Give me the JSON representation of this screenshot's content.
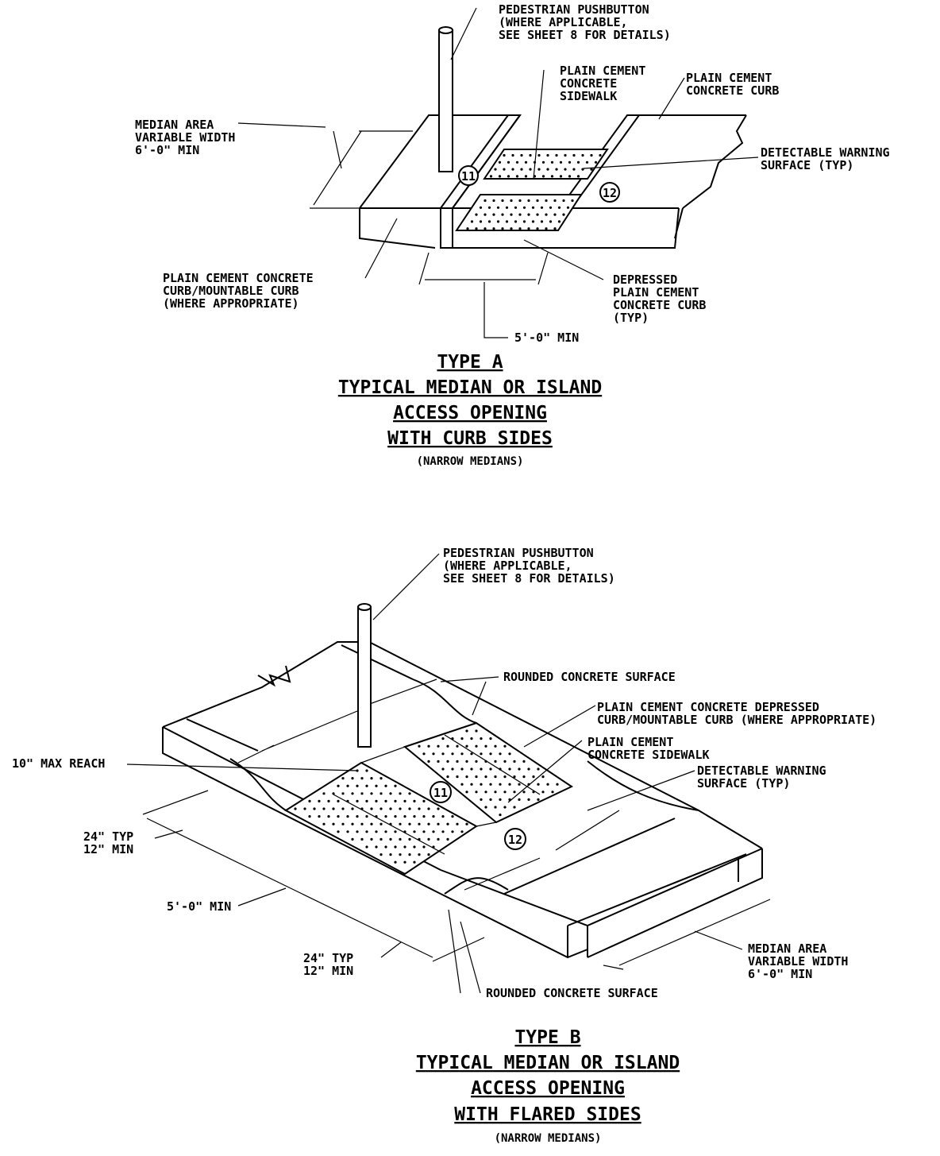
{
  "type_a": {
    "labels": {
      "pushbutton": [
        "PEDESTRIAN PUSHBUTTON",
        "(WHERE APPLICABLE,",
        "SEE SHEET 8 FOR DETAILS)"
      ],
      "sidewalk": [
        "PLAIN CEMENT",
        "CONCRETE",
        "SIDEWALK"
      ],
      "curb": [
        "PLAIN CEMENT",
        "CONCRETE CURB"
      ],
      "median": [
        "MEDIAN AREA",
        "VARIABLE WIDTH",
        "6'-0\" MIN"
      ],
      "warning": [
        "DETECTABLE WARNING",
        "SURFACE (TYP)"
      ],
      "mountable": [
        "PLAIN CEMENT CONCRETE",
        "CURB/MOUNTABLE CURB",
        "(WHERE APPROPRIATE)"
      ],
      "depressed": [
        "DEPRESSED",
        "PLAIN CEMENT",
        "CONCRETE CURB",
        "(TYP)"
      ],
      "width": "5'-0\" MIN",
      "callout_11": "11",
      "callout_12": "12"
    },
    "title": [
      "TYPE A",
      "TYPICAL MEDIAN OR ISLAND",
      "ACCESS OPENING",
      "WITH CURB SIDES"
    ],
    "subtitle": "(NARROW MEDIANS)"
  },
  "type_b": {
    "labels": {
      "pushbutton": [
        "PEDESTRIAN PUSHBUTTON",
        "(WHERE APPLICABLE,",
        "SEE SHEET 8 FOR DETAILS)"
      ],
      "rounded_top": "ROUNDED CONCRETE SURFACE",
      "depressed_curb": [
        "PLAIN CEMENT CONCRETE DEPRESSED",
        "CURB/MOUNTABLE CURB (WHERE APPROPRIATE)"
      ],
      "sidewalk": [
        "PLAIN CEMENT",
        "CONCRETE SIDEWALK"
      ],
      "reach": "10\" MAX REACH",
      "warning": [
        "DETECTABLE WARNING",
        "SURFACE (TYP)"
      ],
      "flare_top": [
        "24\" TYP",
        "12\" MIN"
      ],
      "width": "5'-0\" MIN",
      "flare_bottom": [
        "24\" TYP",
        "12\" MIN"
      ],
      "median": [
        "MEDIAN AREA",
        "VARIABLE WIDTH",
        "6'-0\" MIN"
      ],
      "rounded_bottom": "ROUNDED CONCRETE SURFACE",
      "callout_11": "11",
      "callout_12": "12"
    },
    "title": [
      "TYPE B",
      "TYPICAL MEDIAN OR ISLAND",
      "ACCESS OPENING",
      "WITH FLARED SIDES"
    ],
    "subtitle": "(NARROW MEDIANS)"
  }
}
